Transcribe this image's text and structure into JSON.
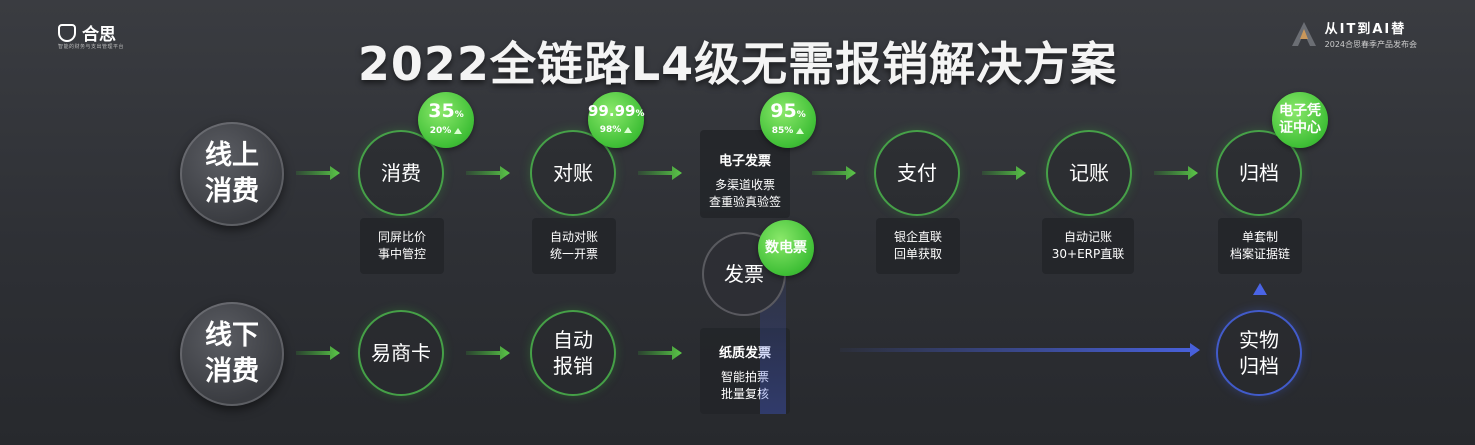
{
  "logo": {
    "name": "合思",
    "tagline": "智能的财务与支出管理平台"
  },
  "event": {
    "title": "从IT到AI替",
    "subtitle": "2024合思春季产品发布会"
  },
  "title": "2022全链路L4级无需报销解决方案",
  "rows": {
    "online": {
      "label_line1": "线上",
      "label_line2": "消费",
      "steps": [
        {
          "label": "消费",
          "desc1": "同屏比价",
          "desc2": "事中管控"
        },
        {
          "label": "对账",
          "desc1": "自动对账",
          "desc2": "统一开票"
        }
      ],
      "einvoice": {
        "title": "电子发票",
        "line1": "多渠道收票",
        "line2": "查重验真验签"
      },
      "after": [
        {
          "label": "支付",
          "desc1": "银企直联",
          "desc2": "回单获取"
        },
        {
          "label": "记账",
          "desc1": "自动记账",
          "desc2": "30+ERP直联"
        },
        {
          "label": "归档",
          "desc1": "单套制",
          "desc2": "档案证据链"
        }
      ]
    },
    "offline": {
      "label_line1": "线下",
      "label_line2": "消费",
      "step1": "易商卡",
      "step2_line1": "自动",
      "step2_line2": "报销",
      "paper": {
        "title": "纸质发票",
        "line1": "智能拍票",
        "line2": "批量复核"
      },
      "archive_line1": "实物",
      "archive_line2": "归档"
    }
  },
  "invoice_circle": "发票",
  "badges": {
    "consume": {
      "main": "35",
      "unit": "%",
      "sub": "20%"
    },
    "reconcile": {
      "main": "99.99",
      "unit": "%",
      "sub": "98%"
    },
    "einvoice": {
      "main": "95",
      "unit": "%",
      "sub": "85%"
    },
    "digital": "数电票",
    "voucher_line1": "电子凭",
    "voucher_line2": "证中心"
  },
  "colors": {
    "green": "#3fbf36",
    "blue": "#4a64e6",
    "background": "#2e3035"
  }
}
